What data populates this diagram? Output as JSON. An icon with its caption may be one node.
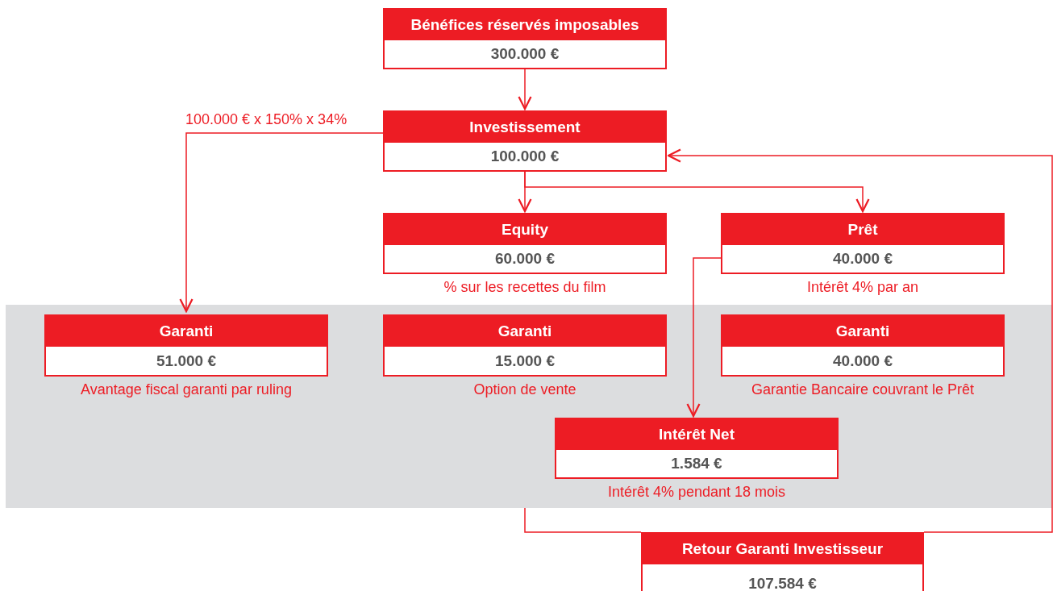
{
  "diagram": {
    "nodes": [
      {
        "text": [
          "Bénéfices réservés imposables",
          "300.000 €"
        ]
      },
      {
        "text": [
          "Investissement",
          "100.000 €"
        ]
      },
      {
        "text": [
          "Equity",
          "60.000 €"
        ],
        "beside": [
          "% sur les recettes du film"
        ]
      },
      {
        "text": [
          "Prêt",
          "40.000 €"
        ],
        "beside": [
          "Intérêt 4% par an"
        ]
      },
      {
        "text": [],
        "shape": "band"
      },
      {
        "text": [
          "Garanti",
          "51.000 €"
        ],
        "beside": [
          "Avantage fiscal garanti par ruling"
        ],
        "in": 4
      },
      {
        "text": [
          "Garanti",
          "15.000 €"
        ],
        "beside": [
          "Option de vente"
        ],
        "in": 4
      },
      {
        "text": [
          "Garanti",
          "40.000 €"
        ],
        "beside": [
          "Garantie Bancaire couvrant le Prêt"
        ],
        "in": 4
      },
      {
        "text": [
          "Intérêt Net",
          "1.584 €"
        ],
        "beside": [
          "Intérêt 4% pendant 18 mois"
        ],
        "in": 4
      },
      {
        "text": [
          "Retour Garanti Investisseur",
          "107.584 €"
        ]
      }
    ],
    "edges": [
      {
        "from": 0,
        "to": 1,
        "arrow": "to"
      },
      {
        "from": 1,
        "to": 2,
        "arrow": "to"
      },
      {
        "from": 1,
        "to": 3,
        "arrow": "to"
      },
      {
        "from": 1,
        "to": 5,
        "arrow": "to",
        "label": "100.000 € x 150% x 34%"
      },
      {
        "from": 3,
        "to": 8,
        "arrow": "to"
      },
      {
        "from": 4,
        "to": 9,
        "arrow": "none"
      },
      {
        "from": 9,
        "to": 1,
        "arrow": "to"
      }
    ]
  }
}
